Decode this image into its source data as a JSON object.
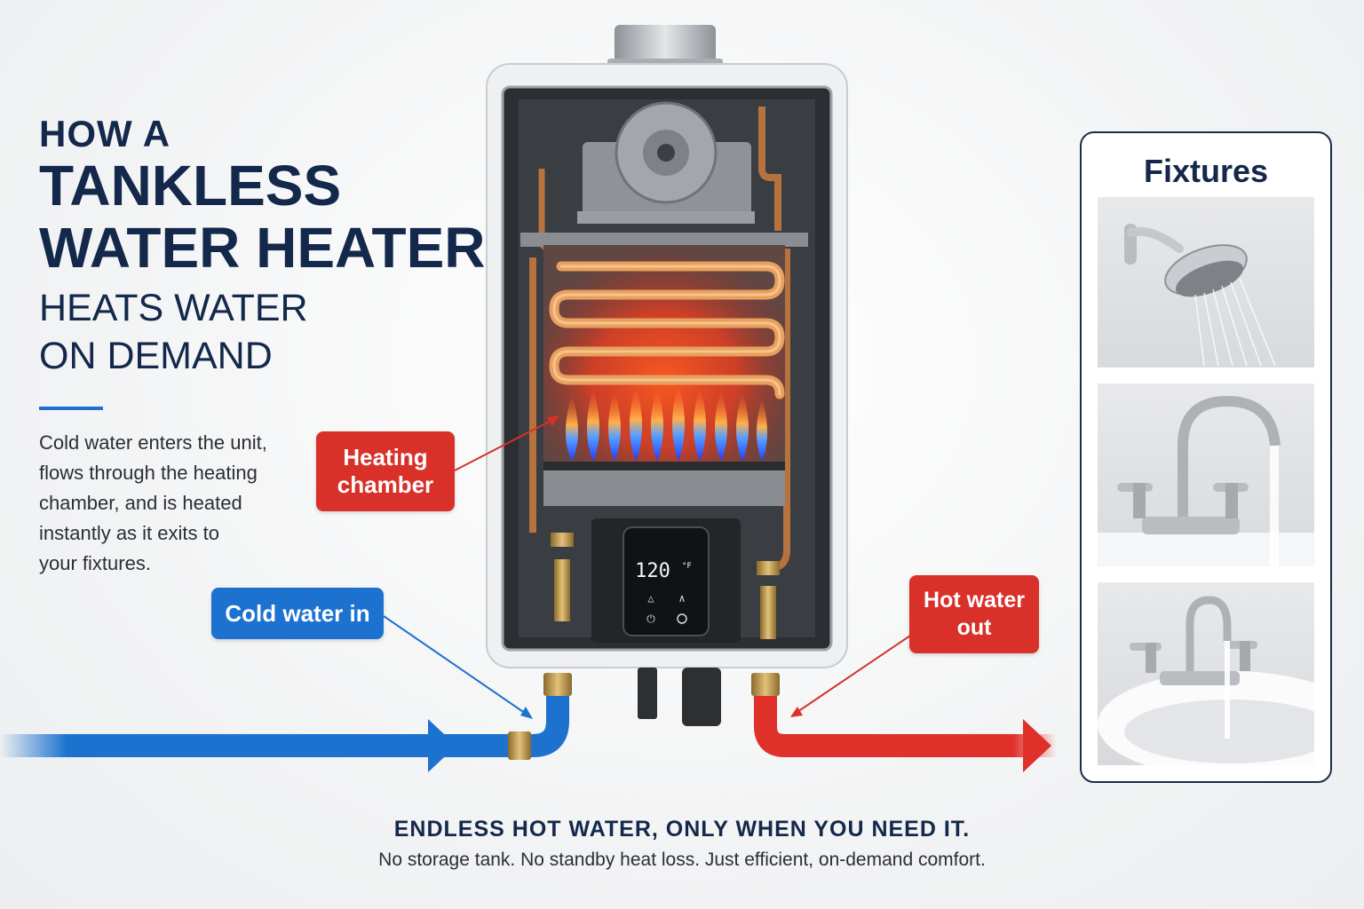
{
  "heading": {
    "line1": "HOW A",
    "line2": "TANKLESS",
    "line3": "WATER HEATER",
    "line4": "HEATS WATER",
    "line5": "ON DEMAND"
  },
  "description": [
    "Cold water enters the unit,",
    "flows through the heating",
    "chamber, and is heated",
    "instantly as it exits to",
    "your fixtures."
  ],
  "labels": {
    "heating_line1": "Heating",
    "heating_line2": "chamber",
    "cold_in": "Cold water in",
    "hot_line1": "Hot water",
    "hot_line2": "out"
  },
  "display": {
    "temperature": "120",
    "unit": "°F"
  },
  "fixtures": {
    "title": "Fixtures",
    "items": [
      "shower-head",
      "bathroom-faucet",
      "sink-faucet"
    ]
  },
  "footer": {
    "tagline": "ENDLESS HOT WATER, ONLY WHEN YOU NEED IT.",
    "subline": "No storage tank. No standby heat loss.  Just efficient, on-demand comfort."
  },
  "colors": {
    "navy": "#13284b",
    "hot_red": "#d9302a",
    "cold_blue": "#1d72d0"
  }
}
